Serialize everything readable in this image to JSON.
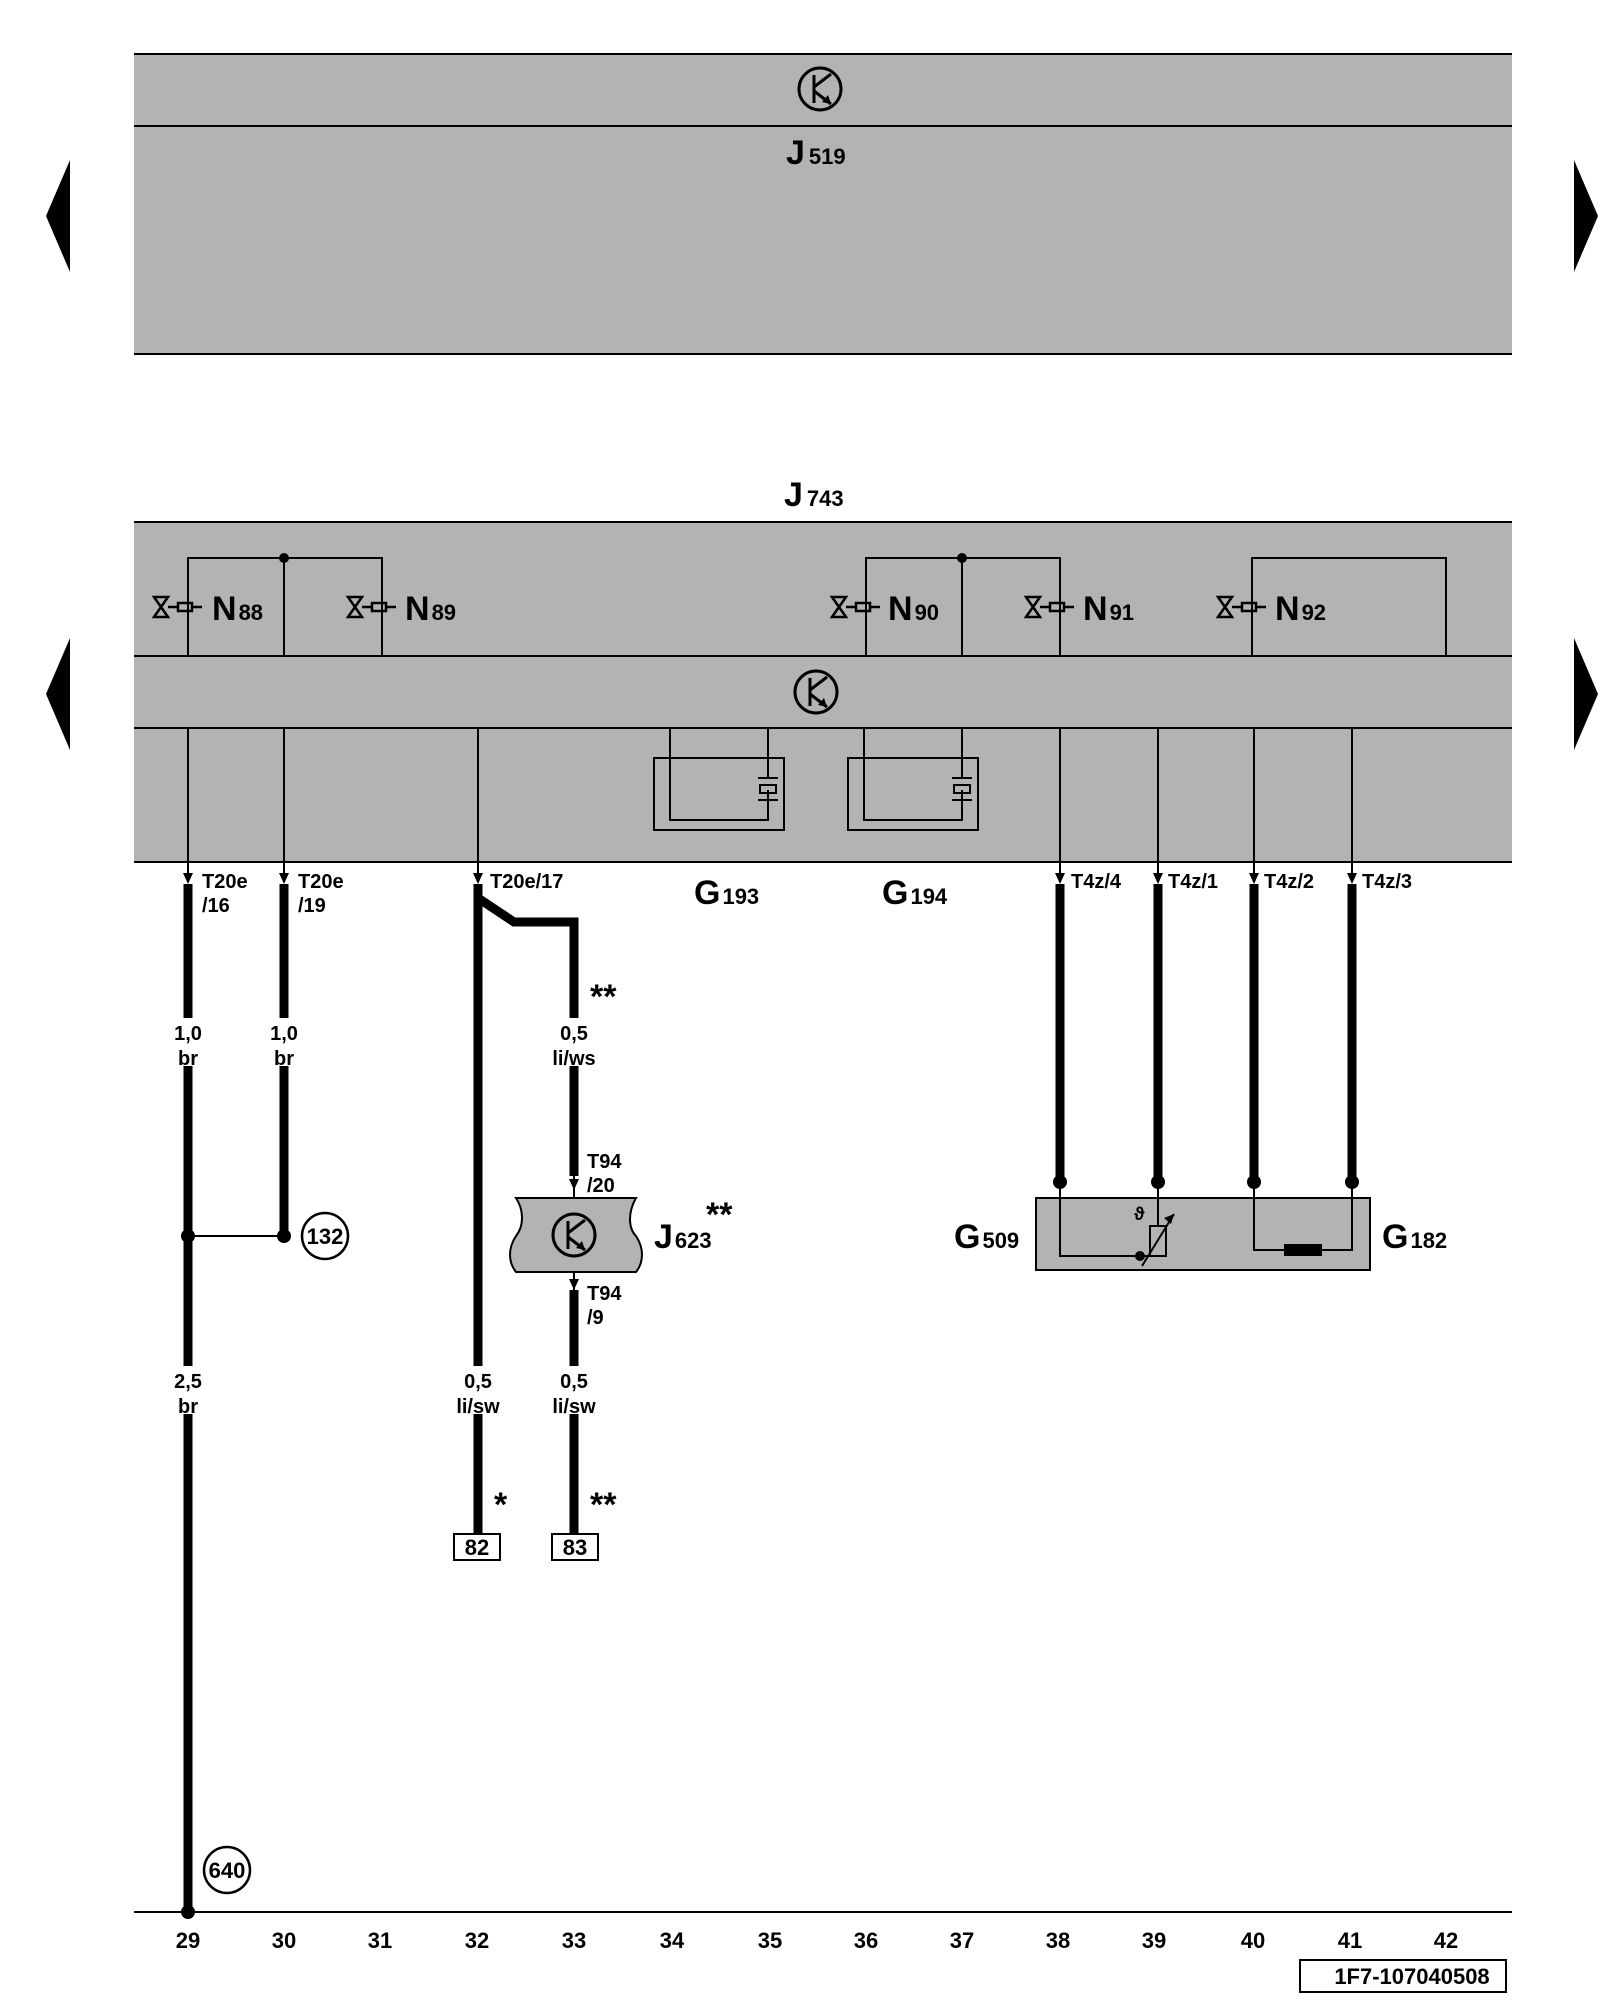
{
  "modules": {
    "j519": {
      "letter": "J",
      "sub": "519"
    },
    "j743": {
      "letter": "J",
      "sub": "743"
    },
    "j623": {
      "letter": "J",
      "sub": "623",
      "mark": "**"
    }
  },
  "valves": [
    {
      "letter": "N",
      "sub": "88"
    },
    {
      "letter": "N",
      "sub": "89"
    },
    {
      "letter": "N",
      "sub": "90"
    },
    {
      "letter": "N",
      "sub": "91"
    },
    {
      "letter": "N",
      "sub": "92"
    }
  ],
  "sensors": {
    "g193": {
      "letter": "G",
      "sub": "193"
    },
    "g194": {
      "letter": "G",
      "sub": "194"
    },
    "g509": {
      "letter": "G",
      "sub": "509"
    },
    "g182": {
      "letter": "G",
      "sub": "182"
    }
  },
  "pins": {
    "t20e16": [
      "T20e",
      "/16"
    ],
    "t20e19": [
      "T20e",
      "/19"
    ],
    "t20e17": "T20e/17",
    "t94_20": [
      "T94",
      "/20"
    ],
    "t94_9": [
      "T94",
      "/9"
    ],
    "t4z4": "T4z/4",
    "t4z1": "T4z/1",
    "t4z2": "T4z/2",
    "t4z3": "T4z/3"
  },
  "wires": [
    {
      "size": "1,0",
      "color": "br"
    },
    {
      "size": "1,0",
      "color": "br"
    },
    {
      "size": "0,5",
      "color": "li/ws"
    },
    {
      "size": "2,5",
      "color": "br"
    },
    {
      "size": "0,5",
      "color": "li/sw"
    },
    {
      "size": "0,5",
      "color": "li/sw"
    }
  ],
  "marks": {
    "double_a": "**",
    "single": "*",
    "double_b": "**"
  },
  "connectors": {
    "c82": "82",
    "c83": "83"
  },
  "grounds": {
    "g132": "132",
    "g640": "640"
  },
  "columns": [
    "29",
    "30",
    "31",
    "32",
    "33",
    "34",
    "35",
    "36",
    "37",
    "38",
    "39",
    "40",
    "41",
    "42"
  ],
  "footer_code": "1F7-107040508",
  "colors": {
    "module_fill": "#b3b3b3",
    "line": "#000000",
    "background": "#ffffff"
  }
}
